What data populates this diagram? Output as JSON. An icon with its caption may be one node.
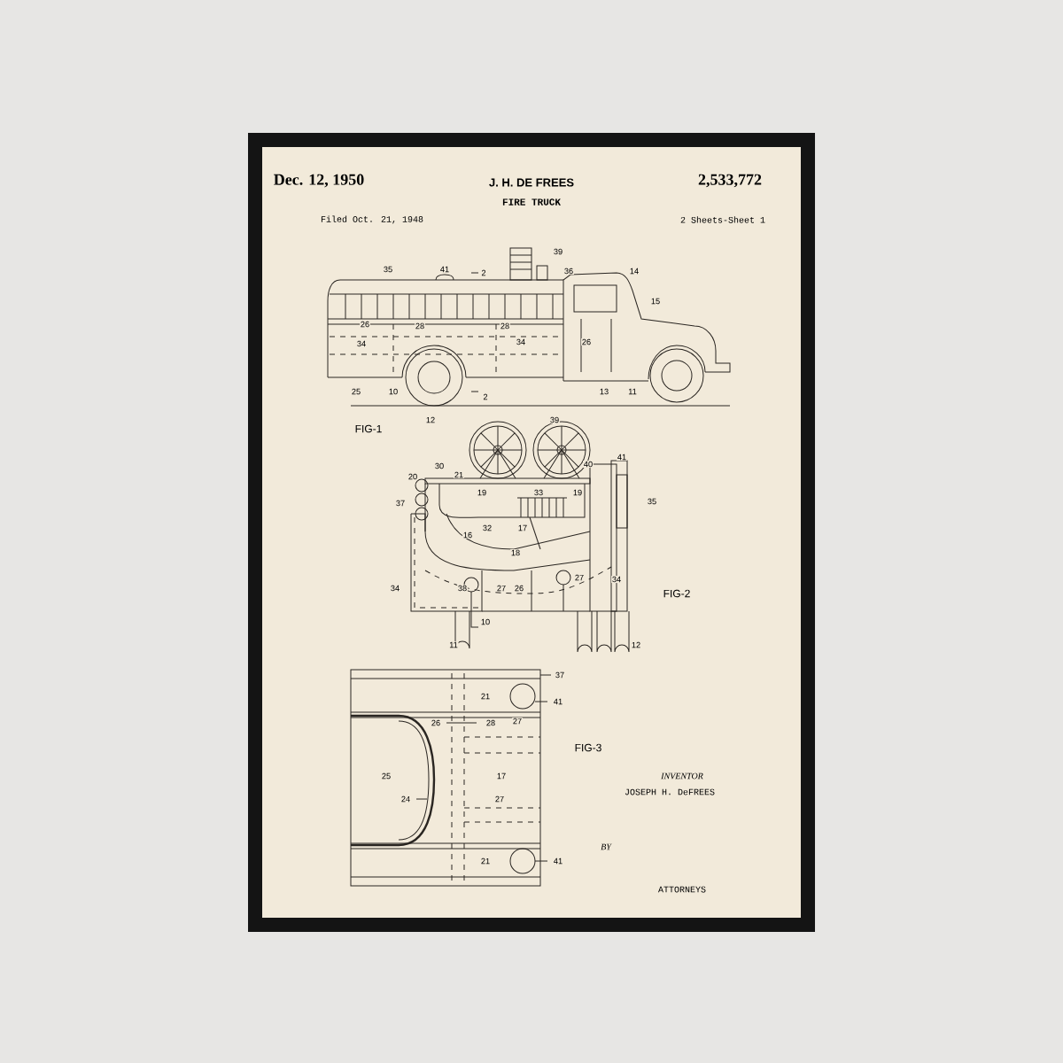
{
  "diagram": {
    "title": "FIRE TRUCK",
    "labels": [
      "Dec. 12, 1950",
      "J. H. DE FREES",
      "2,533,772",
      "Filed Oct. 21, 1948",
      "2 Sheets-Sheet 1",
      "35",
      "41",
      "2",
      "39",
      "36",
      "14",
      "15",
      "26",
      "28",
      "28",
      "34",
      "34",
      "26",
      "25",
      "10",
      "13",
      "11",
      "2",
      "12",
      "FIG-1",
      "39",
      "20",
      "30",
      "21",
      "40",
      "41",
      "37",
      "19",
      "33",
      "19",
      "35",
      "32",
      "17",
      "16",
      "18",
      "34",
      "38",
      "27",
      "26",
      "27",
      "34",
      "FIG-2",
      "10",
      "11",
      "12",
      "37",
      "21",
      "41",
      "26",
      "28",
      "27",
      "25",
      "17",
      "24",
      "27",
      "21",
      "41",
      "FIG-3",
      "INVENTOR",
      "JOSEPH H. DeFREES",
      "BY",
      "ATTORNEYS"
    ]
  }
}
